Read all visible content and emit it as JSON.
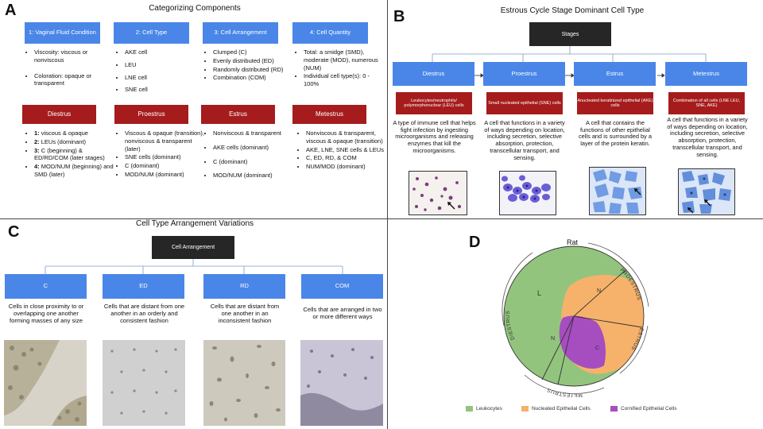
{
  "panelA": {
    "letter": "A",
    "title": "Categorizing Components",
    "headers": [
      "1: Vaginal Fluid Condition",
      "2: Cell Type",
      "3: Cell Arrangement",
      "4: Cell Quantity"
    ],
    "col1": [
      "Viscosity: viscous or nonviscous",
      "Coloration: opaque or transparent"
    ],
    "col2": [
      "AKE cell",
      "LEU",
      "LNE cell",
      "SNE cell"
    ],
    "col3": [
      "Clumped (C)",
      "Evenly distributed (ED)",
      "Randomly distributed (RD)",
      "Combination (COM)"
    ],
    "col4": [
      "Total: a smidge (SMD), moderate (MOD), numerous (NUM)",
      "Individual cell type(s): 0 - 100%"
    ],
    "stages": [
      "Diestrus",
      "Proestrus",
      "Estrus",
      "Metestrus"
    ],
    "diestrus": [
      {
        "b": "1:",
        "t": " viscous & opaque"
      },
      {
        "b": "2:",
        "t": " LEUs (dominant)"
      },
      {
        "b": "3:",
        "t": " C (beginning) & ED/RD/COM (later stages)"
      },
      {
        "b": "4:",
        "t": " MOD/NUM (beginning) and SMD (later)"
      }
    ],
    "proestrus": [
      "Viscous & opaque (transition), nonviscous & transparent (later)",
      "SNE cells (dominant)",
      "C (dominant)",
      "MOD/NUM (dominant)"
    ],
    "estrus": [
      "Nonviscous & transparent",
      "AKE cells (dominant)",
      "C (dominant)",
      "MOD/NUM (dominant)"
    ],
    "metestrus": [
      "Nonviscous & transparent, viscous & opaque (transition)",
      "AKE, LNE, SNE cells & LEUs",
      "C, ED, RD, & COM",
      "NUM/MOD (dominant)"
    ]
  },
  "panelB": {
    "letter": "B",
    "title": "Estrous Cycle Stage Dominant Cell Type",
    "root": "Stages",
    "stages": [
      "Diestrus",
      "Proestrus",
      "Estrus",
      "Metestrus"
    ],
    "cells": [
      "Leukocytes/neutrophils/ polymorphonuclear (LEU) cells",
      "Small nucleated epithelial (SNE) cells",
      "Anucleated keratinized epithelial (AKE) cells",
      "Combination of all cells (LNE LEU, SNE, AKE)"
    ],
    "descriptions": [
      "A type of immune cell that helps fight infection by ingesting microorganisms and releasing enzymes that kill the microorganisms.",
      "A cell that functions in a variety of ways depending on location, including secretion, selective absorption, protection, transcellular transport, and sensing.",
      "A cell that contains the functions of other epithelial cells and is surrounded by a layer of the protein keratin.",
      "A cell that functions in a variety of ways depending on location, including secretion, selective absorption, protection, transcellular transport, and sensing."
    ]
  },
  "panelC": {
    "letter": "C",
    "title": "Cell Type Arrangement Variations",
    "root": "Cell Arrangement",
    "types": [
      "C",
      "ED",
      "RD",
      "COM"
    ],
    "descriptions": [
      "Cells in close proximity to or overlapping one another forming masses of any size",
      "Cells that are distant from one another in an orderly and consistent fashion",
      "Cells that are distant from one another in an inconsistent fashion",
      "Cells that are arranged in two or more different ways"
    ]
  },
  "panelD": {
    "letter": "D",
    "title": "Rat",
    "ring_labels": [
      "DIESTRUS",
      "PROESTRUS",
      "ESTRUS",
      "METESTRUS"
    ],
    "region_labels": [
      "L",
      "N",
      "N",
      "C"
    ],
    "legend": [
      {
        "label": "Leukocytes",
        "color": "#93c47d"
      },
      {
        "label": "Nucleated Epithelial Cells",
        "color": "#f6b26b"
      },
      {
        "label": "Cornified Epithelial Cells",
        "color": "#a64dbf"
      }
    ]
  }
}
